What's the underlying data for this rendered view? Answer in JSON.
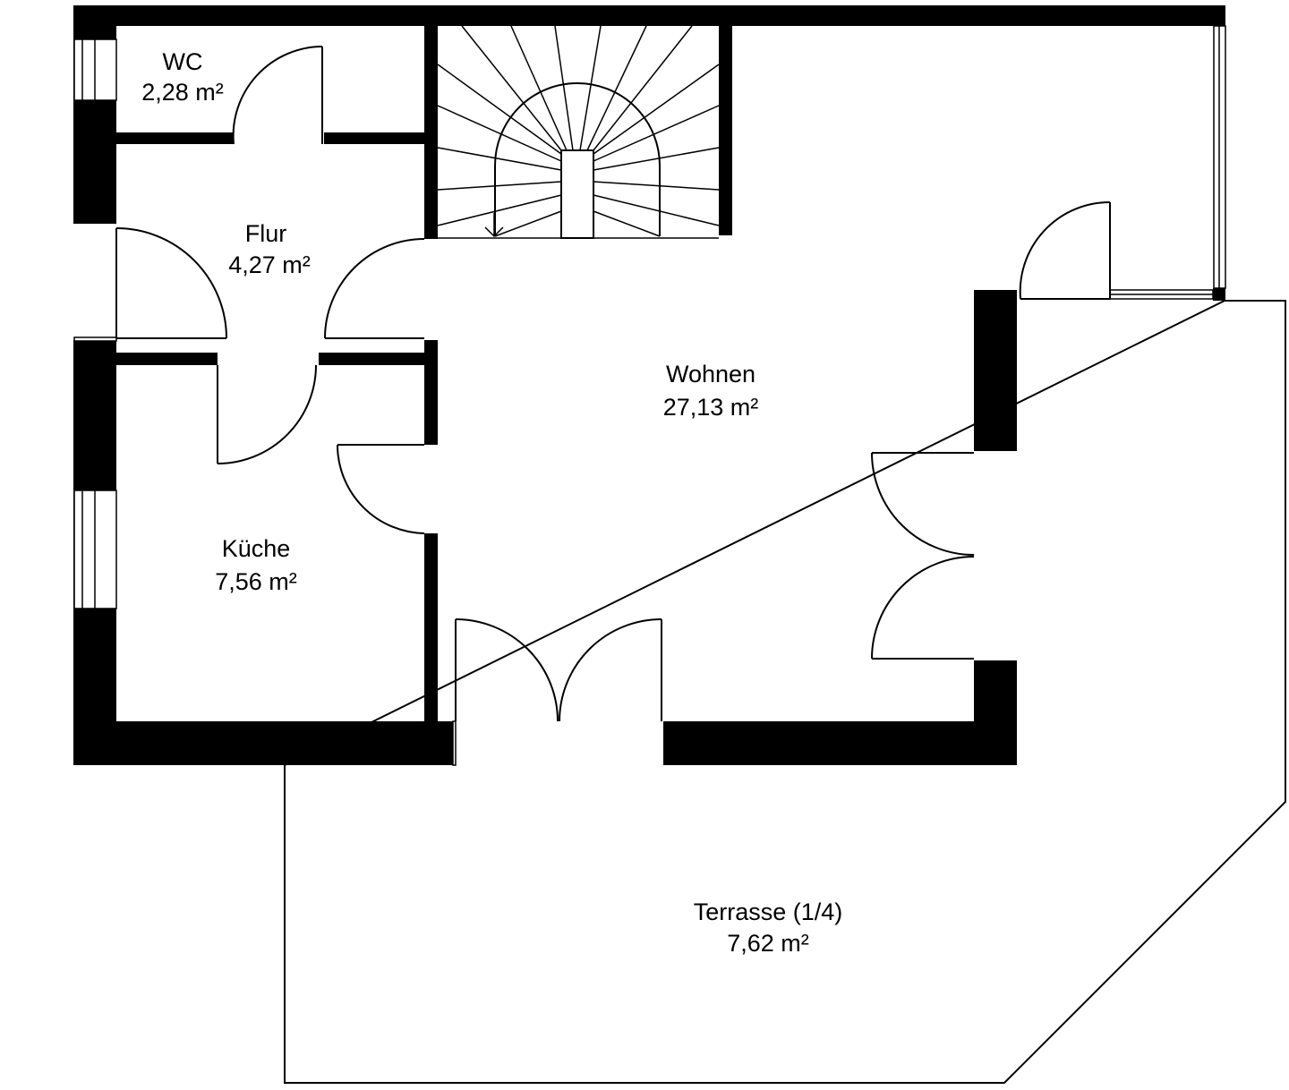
{
  "rooms": {
    "wc": {
      "name": "WC",
      "area": "2,28 m²"
    },
    "flur": {
      "name": "Flur",
      "area": "4,27 m²"
    },
    "wohnen": {
      "name": "Wohnen",
      "area": "27,13 m²"
    },
    "kueche": {
      "name": "Küche",
      "area": "7,56 m²"
    },
    "terrasse": {
      "name": "Terrasse (1/4)",
      "area": "7,62 m²"
    }
  },
  "colors": {
    "wall": "#000000",
    "background": "#ffffff"
  }
}
